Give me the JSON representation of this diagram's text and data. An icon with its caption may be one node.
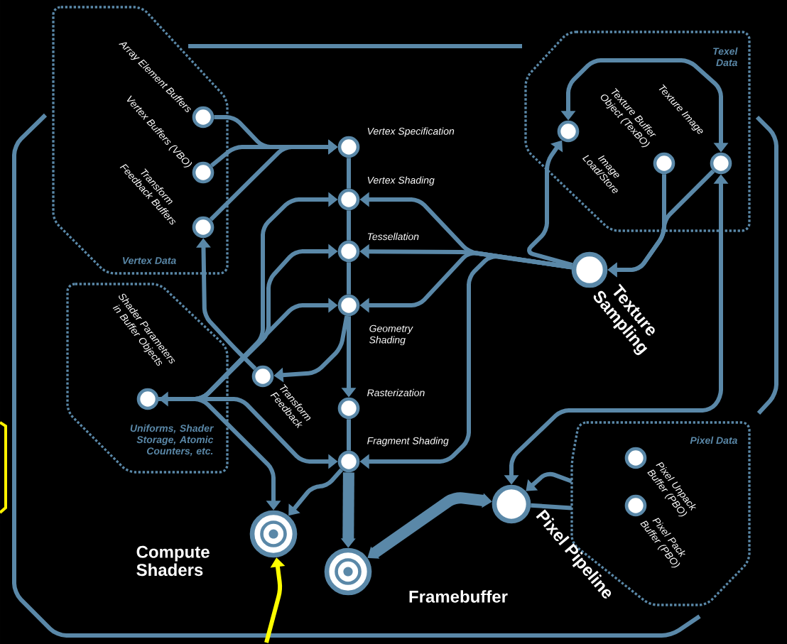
{
  "diagram": {
    "nodes": [
      {
        "text": [
          "Vertex Data"
        ]
      },
      {
        "text": [
          "Array Element Buffers"
        ],
        "in": 0
      },
      {
        "text": [
          "Vertex Buffers (VBO)"
        ],
        "in": 0
      },
      {
        "text": [
          "Transform Feedback Buffers"
        ],
        "in": 0
      },
      {
        "text": [
          "Texel Data"
        ]
      },
      {
        "text": [
          "Texture Buffer Object (TexBO)"
        ],
        "in": 4
      },
      {
        "text": [
          "Texture Image"
        ],
        "in": 4
      },
      {
        "text": [
          "Image Load/Store"
        ],
        "in": 4
      },
      {
        "text": [
          "Vertex Specification"
        ]
      },
      {
        "text": [
          "Vertex Shading"
        ]
      },
      {
        "text": [
          "Tessellation"
        ]
      },
      {
        "text": [
          "Geometry Shading"
        ]
      },
      {
        "text": [
          "Transform Feedback"
        ]
      },
      {
        "text": [
          "Rasterization"
        ]
      },
      {
        "text": [
          "Fragment Shading"
        ]
      },
      {
        "text": [
          "Uniforms, Shader Storage, Atomic Counters, etc."
        ]
      },
      {
        "text": [
          "Shader Parameters in Buffer Objects"
        ],
        "in": 15
      },
      {
        "text": [
          "Texture Sampling"
        ]
      },
      {
        "text": [
          "Compute Shaders"
        ]
      },
      {
        "text": [
          "Framebuffer"
        ]
      },
      {
        "text": [
          "Pixel Pipeline"
        ]
      },
      {
        "text": [
          "Pixel Data"
        ]
      },
      {
        "text": [
          "Pixel Unpack Buffer (PBO)"
        ],
        "in": 21
      },
      {
        "text": [
          "Pixel Pack Buffer (PBO)"
        ],
        "in": 21
      }
    ],
    "edges": [
      {
        "from": 1,
        "to": 8,
        "arrow": "to"
      },
      {
        "from": 2,
        "to": 8,
        "arrow": "to"
      },
      {
        "from": 3,
        "to": 8,
        "arrow": "to"
      },
      {
        "from": 8,
        "to": 9,
        "arrow": "none"
      },
      {
        "from": 9,
        "to": 10,
        "arrow": "none"
      },
      {
        "from": 10,
        "to": 11,
        "arrow": "none"
      },
      {
        "from": 11,
        "to": 13,
        "arrow": "to"
      },
      {
        "from": 13,
        "to": 14,
        "arrow": "none"
      },
      {
        "from": 14,
        "to": 19,
        "arrow": "to",
        "style": "thick"
      },
      {
        "from": 11,
        "to": 12,
        "arrow": "to"
      },
      {
        "from": 12,
        "to": 3,
        "arrow": "to"
      },
      {
        "from": 16,
        "to": 9,
        "arrow": "to"
      },
      {
        "from": 16,
        "to": 10,
        "arrow": "to"
      },
      {
        "from": 16,
        "to": 11,
        "arrow": "to"
      },
      {
        "from": 16,
        "to": 14,
        "arrow": "to"
      },
      {
        "from": 16,
        "to": 18,
        "arrow": "both"
      },
      {
        "from": 17,
        "to": 9,
        "arrow": "to"
      },
      {
        "from": 17,
        "to": 10,
        "arrow": "to"
      },
      {
        "from": 17,
        "to": 11,
        "arrow": "to"
      },
      {
        "from": 17,
        "to": 14,
        "arrow": "to"
      },
      {
        "from": 17,
        "to": 7,
        "arrow": "to"
      },
      {
        "from": 5,
        "to": 17,
        "arrow": "to"
      },
      {
        "from": 6,
        "to": 17,
        "arrow": "to"
      },
      {
        "from": 7,
        "to": 6,
        "arrow": "both"
      },
      {
        "from": 20,
        "to": 6,
        "arrow": "both"
      },
      {
        "from": 21,
        "to": 20,
        "arrow": "to"
      },
      {
        "from": 20,
        "to": 21,
        "arrow": "none"
      },
      {
        "from": 20,
        "to": 19,
        "arrow": "both",
        "style": "thick"
      },
      {
        "from": 14,
        "to": 18,
        "arrow": "to"
      },
      {
        "from": null,
        "to": 18,
        "arrow": "to",
        "color": "#ffff00"
      }
    ]
  }
}
